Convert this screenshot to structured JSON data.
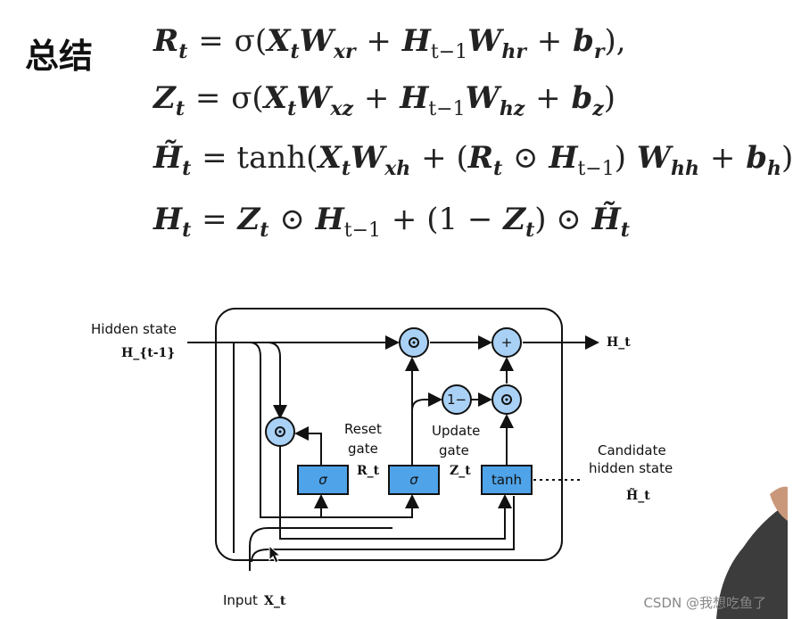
{
  "title": "总结",
  "equations": {
    "reset": "R_t = σ(X_t W_xr + H_{t−1} W_hr + b_r),",
    "update": "Z_t = σ(X_t W_xz + H_{t−1} W_hz + b_z)",
    "candidate": "H̃_t = tanh(X_t W_xh + (R_t ⊙ H_{t−1}) W_hh + b_h)",
    "hidden": "H_t = Z_t ⊙ H_{t−1} + (1 − Z_t) ⊙ H̃_t"
  },
  "diagram": {
    "hidden_state_label": "Hidden state",
    "hidden_state_symbol": "H_{t-1}",
    "input_label": "Input",
    "input_symbol": "X_t",
    "output_symbol": "H_t",
    "reset_gate_label_1": "Reset",
    "reset_gate_label_2": "gate",
    "reset_gate_symbol": "R_t",
    "update_gate_label_1": "Update",
    "update_gate_label_2": "gate",
    "update_gate_symbol": "Z_t",
    "candidate_label_1": "Candidate",
    "candidate_label_2": "hidden state",
    "candidate_symbol": "H̃_t",
    "sigma_box_1": "σ",
    "sigma_box_2": "σ",
    "tanh_box": "tanh",
    "one_minus": "1−",
    "plus_op": "+",
    "box_color": "#4fa3e8",
    "circle_color": "#a9d1f5"
  },
  "watermark": "CSDN @我想吃鱼了"
}
